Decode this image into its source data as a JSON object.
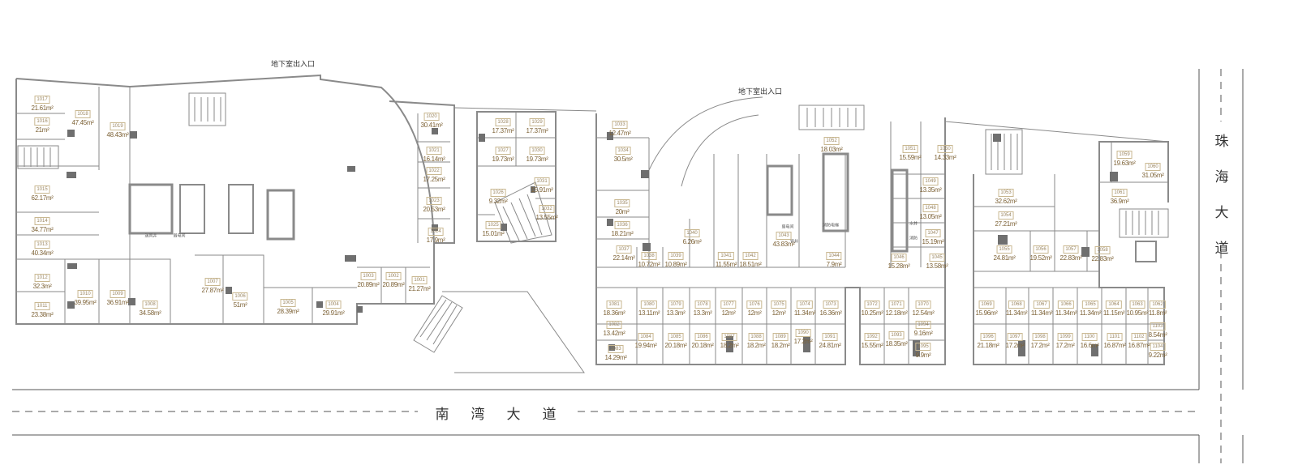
{
  "labels": {
    "entrance_1": "地下室出入口",
    "entrance_2": "地下室出入口",
    "road_south": [
      "南",
      "湾",
      "大",
      "道"
    ],
    "road_east": [
      "珠",
      "海",
      "大",
      "道"
    ],
    "core_rooms": [
      "送风井",
      "弱电间",
      "弱电间",
      "管井",
      "消防电梯",
      "水井",
      "消防"
    ]
  },
  "area_unit": "m²",
  "rooms": [
    {
      "id": "1017",
      "area": "21.61"
    },
    {
      "id": "1016",
      "area": "21"
    },
    {
      "id": "1018",
      "area": "47.45"
    },
    {
      "id": "1019",
      "area": "48.43"
    },
    {
      "id": "1015",
      "area": "62.17"
    },
    {
      "id": "1014",
      "area": "34.77"
    },
    {
      "id": "1013",
      "area": "40.34"
    },
    {
      "id": "1012",
      "area": "32.3"
    },
    {
      "id": "1011",
      "area": "23.38"
    },
    {
      "id": "1010",
      "area": "39.95"
    },
    {
      "id": "1009",
      "area": "36.91"
    },
    {
      "id": "1008",
      "area": "34.58"
    },
    {
      "id": "1007",
      "area": "27.87"
    },
    {
      "id": "1006",
      "area": "51"
    },
    {
      "id": "1005",
      "area": "28.39"
    },
    {
      "id": "1004",
      "area": "29.91"
    },
    {
      "id": "1003",
      "area": "20.89"
    },
    {
      "id": "1002",
      "area": "20.89"
    },
    {
      "id": "1001",
      "area": "21.27"
    },
    {
      "id": "1020",
      "area": "30.41"
    },
    {
      "id": "1021",
      "area": "16.14"
    },
    {
      "id": "1022",
      "area": "17.25"
    },
    {
      "id": "1023",
      "area": "20.53"
    },
    {
      "id": "1024",
      "area": "17.9"
    },
    {
      "id": "1028",
      "area": "17.37"
    },
    {
      "id": "1029",
      "area": "17.37"
    },
    {
      "id": "1027",
      "area": "19.73"
    },
    {
      "id": "1030",
      "area": "19.73"
    },
    {
      "id": "1031",
      "area": "15.91"
    },
    {
      "id": "1026",
      "area": "9.32"
    },
    {
      "id": "1032",
      "area": "13.55"
    },
    {
      "id": "1025",
      "area": "15.01"
    },
    {
      "id": "1033",
      "area": "12.47"
    },
    {
      "id": "1034",
      "area": "30.5"
    },
    {
      "id": "1035",
      "area": "20"
    },
    {
      "id": "1036",
      "area": "18.21"
    },
    {
      "id": "1037",
      "area": "22.14"
    },
    {
      "id": "1038",
      "area": "10.72"
    },
    {
      "id": "1039",
      "area": "10.89"
    },
    {
      "id": "1040",
      "area": "6.26"
    },
    {
      "id": "1041",
      "area": "11.55"
    },
    {
      "id": "1042",
      "area": "18.51"
    },
    {
      "id": "1043",
      "area": "43.83"
    },
    {
      "id": "1044",
      "area": "7.9"
    },
    {
      "id": "1052",
      "area": "18.03"
    },
    {
      "id": "1051",
      "area": "15.59"
    },
    {
      "id": "1050",
      "area": "14.33"
    },
    {
      "id": "1049",
      "area": "13.35"
    },
    {
      "id": "1048",
      "area": "13.05"
    },
    {
      "id": "1047",
      "area": "15.19"
    },
    {
      "id": "1046",
      "area": "15.28"
    },
    {
      "id": "1045",
      "area": "13.58"
    },
    {
      "id": "1081",
      "area": "18.36"
    },
    {
      "id": "1080",
      "area": "13.11"
    },
    {
      "id": "1079",
      "area": "13.3"
    },
    {
      "id": "1078",
      "area": "13.3"
    },
    {
      "id": "1077",
      "area": "12"
    },
    {
      "id": "1076",
      "area": "12"
    },
    {
      "id": "1075",
      "area": "12"
    },
    {
      "id": "1074",
      "area": "11.34"
    },
    {
      "id": "1073",
      "area": "16.36"
    },
    {
      "id": "1082",
      "area": "13.42"
    },
    {
      "id": "1083",
      "area": "14.29"
    },
    {
      "id": "1084",
      "area": "19.94"
    },
    {
      "id": "1085",
      "area": "20.18"
    },
    {
      "id": "1086",
      "area": "20.18"
    },
    {
      "id": "1087",
      "area": "18.2"
    },
    {
      "id": "1088",
      "area": "18.2"
    },
    {
      "id": "1089",
      "area": "18.2"
    },
    {
      "id": "1090",
      "area": "17.2"
    },
    {
      "id": "1091",
      "area": "24.81"
    },
    {
      "id": "1072",
      "area": "10.25"
    },
    {
      "id": "1071",
      "area": "12.18"
    },
    {
      "id": "1070",
      "area": "12.54"
    },
    {
      "id": "1092",
      "area": "15.55"
    },
    {
      "id": "1093",
      "area": "18.35"
    },
    {
      "id": "1094",
      "area": "9.16"
    },
    {
      "id": "1095",
      "area": "9.9"
    },
    {
      "id": "1059",
      "area": "19.63"
    },
    {
      "id": "1060",
      "area": "31.05"
    },
    {
      "id": "1061",
      "area": "36.9"
    },
    {
      "id": "1053",
      "area": "32.62"
    },
    {
      "id": "1054",
      "area": "27.21"
    },
    {
      "id": "1055",
      "area": "24.81"
    },
    {
      "id": "1056",
      "area": "19.52"
    },
    {
      "id": "1057",
      "area": "22.83"
    },
    {
      "id": "1058",
      "area": "22.83"
    },
    {
      "id": "1069",
      "area": "15.96"
    },
    {
      "id": "1068",
      "area": "11.34"
    },
    {
      "id": "1067",
      "area": "11.34"
    },
    {
      "id": "1066",
      "area": "11.34"
    },
    {
      "id": "1065",
      "area": "11.34"
    },
    {
      "id": "1064",
      "area": "11.15"
    },
    {
      "id": "1063",
      "area": "10.95"
    },
    {
      "id": "1062",
      "area": "11.8"
    },
    {
      "id": "1096",
      "area": "21.18"
    },
    {
      "id": "1097",
      "area": "17.2"
    },
    {
      "id": "1098",
      "area": "17.2"
    },
    {
      "id": "1099",
      "area": "17.2"
    },
    {
      "id": "1100",
      "area": "16.6"
    },
    {
      "id": "1101",
      "area": "16.87"
    },
    {
      "id": "1102",
      "area": "16.87"
    },
    {
      "id": "1103",
      "area": "8.54"
    },
    {
      "id": "1104",
      "area": "9.22"
    }
  ],
  "colors": {
    "wall": "#8a8a8a",
    "column": "#6f6f6f",
    "area_text": "#7d6236",
    "id_text": "#9a8560",
    "road": "#555555"
  }
}
